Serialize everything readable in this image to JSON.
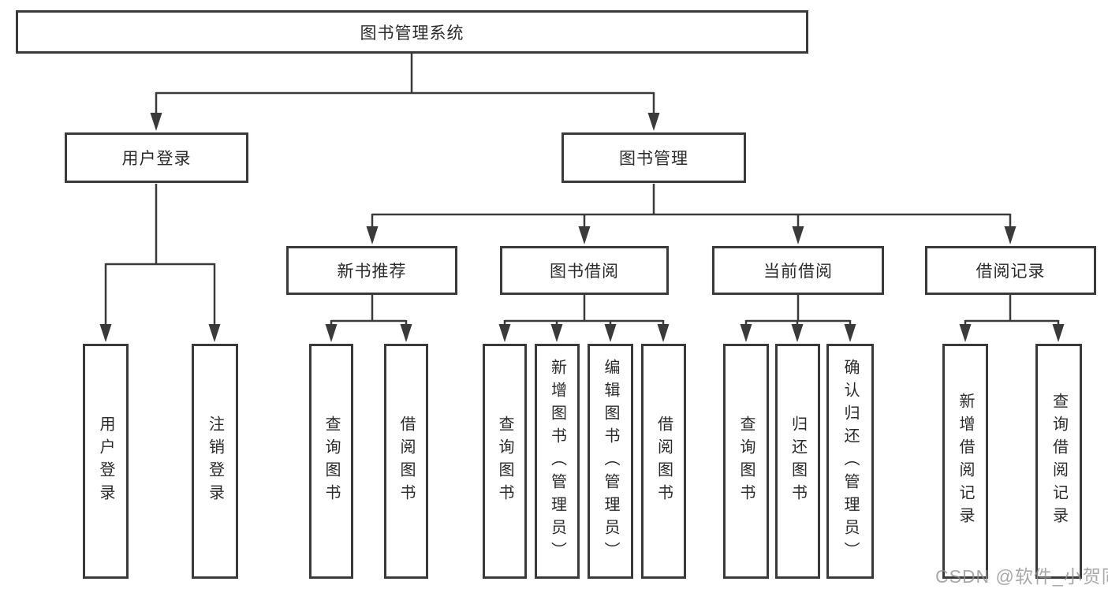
{
  "diagram": {
    "root": {
      "label": "图书管理系统"
    },
    "level2": [
      {
        "label": "用户登录"
      },
      {
        "label": "图书管理"
      }
    ],
    "level3": [
      {
        "label": "新书推荐"
      },
      {
        "label": "图书借阅"
      },
      {
        "label": "当前借阅"
      },
      {
        "label": "借阅记录"
      }
    ],
    "leaves": {
      "user": [
        "用户登录",
        "注销登录"
      ],
      "recommend": [
        "查询图书",
        "借阅图书"
      ],
      "borrow": [
        "查询图书",
        "新增图书（管理员）",
        "编辑图书（管理员）",
        "借阅图书"
      ],
      "current": [
        "查询图书",
        "归还图书",
        "确认归还（管理员）"
      ],
      "records": [
        "新增借阅记录",
        "查询借阅记录"
      ]
    }
  },
  "watermark": {
    "text": "CSDN @软件_小贺同学"
  },
  "colors": {
    "line": "#3a3a3a",
    "border": "#3a3a3a",
    "text": "#2b2b2b",
    "background": "#ffffff",
    "watermark": "#919191"
  }
}
